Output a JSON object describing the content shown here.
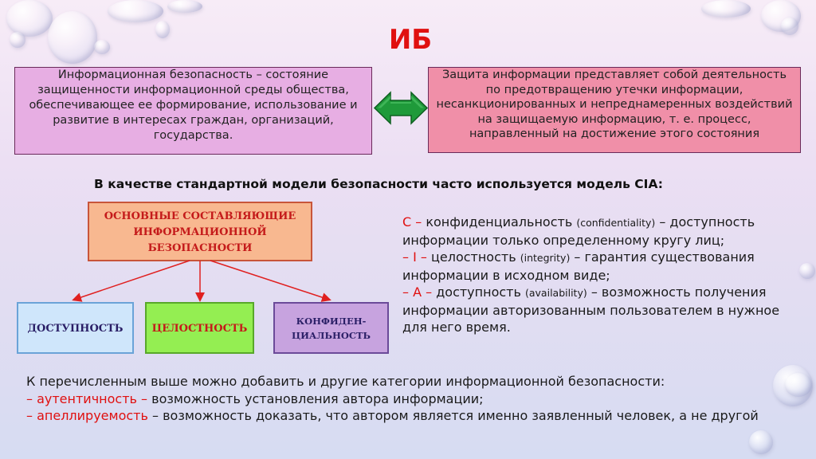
{
  "title": "ИБ",
  "definitions": {
    "left": "Информационная безопасность – состояние защищенности информационной среды общества, обеспечивающее ее формирование, использование и развитие в интересах граждан, организаций, государства.",
    "right": "Защита информации представляет собой деятельность по предотвращению утечки информации, несанкционированных и непреднамеренных воздействий на защищаемую информацию, т. е. процесс, направленный на достижение этого состояния"
  },
  "cia_intro": "В качестве стандартной модели безопасности часто используется модель CIA:",
  "diagram": {
    "top": [
      "ОСНОВНЫЕ СОСТАВЛЯЮЩИЕ",
      "ИНФОРМАЦИОННОЙ",
      "БЕЗОПАСНОСТИ"
    ],
    "availability": "ДОСТУПНОСТЬ",
    "integrity": "ЦЕЛОСТНОСТЬ",
    "confidentiality": [
      "КОНФИДЕН-",
      "ЦИАЛЬНОСТЬ"
    ]
  },
  "cia": [
    {
      "prefix": "С –",
      "term": " конфиденциальность ",
      "english": "(confidentiality)",
      "desc": " – доступность информации только определенному кругу лиц;"
    },
    {
      "prefix": "– I –",
      "term": " целостность ",
      "english": "(integrity)",
      "desc": " – гарантия существования информации в исходном виде;"
    },
    {
      "prefix": "– А –",
      "term": " доступность ",
      "english": "(availability)",
      "desc": " – возможность получения информации авторизованным пользователем в нужное для него время."
    }
  ],
  "bottom": {
    "intro": "К перечисленным выше можно добавить и другие категории информационной безопасности:",
    "items": [
      {
        "term": "– аутентичность –",
        "desc": " возможность установления автора информации;"
      },
      {
        "term": "– апеллируемость",
        "desc": " – возможность доказать, что автором является именно заявленный человек, а не другой"
      }
    ]
  },
  "colors": {
    "title": "#e01010",
    "left_box": "#e7aee3",
    "right_box": "#f08fa8",
    "arrow": "#1f9a3a",
    "diagram_top": "#f8b890",
    "availability": "#cfe6fb",
    "integrity": "#94ee52",
    "confidentiality": "#c7a3df"
  }
}
